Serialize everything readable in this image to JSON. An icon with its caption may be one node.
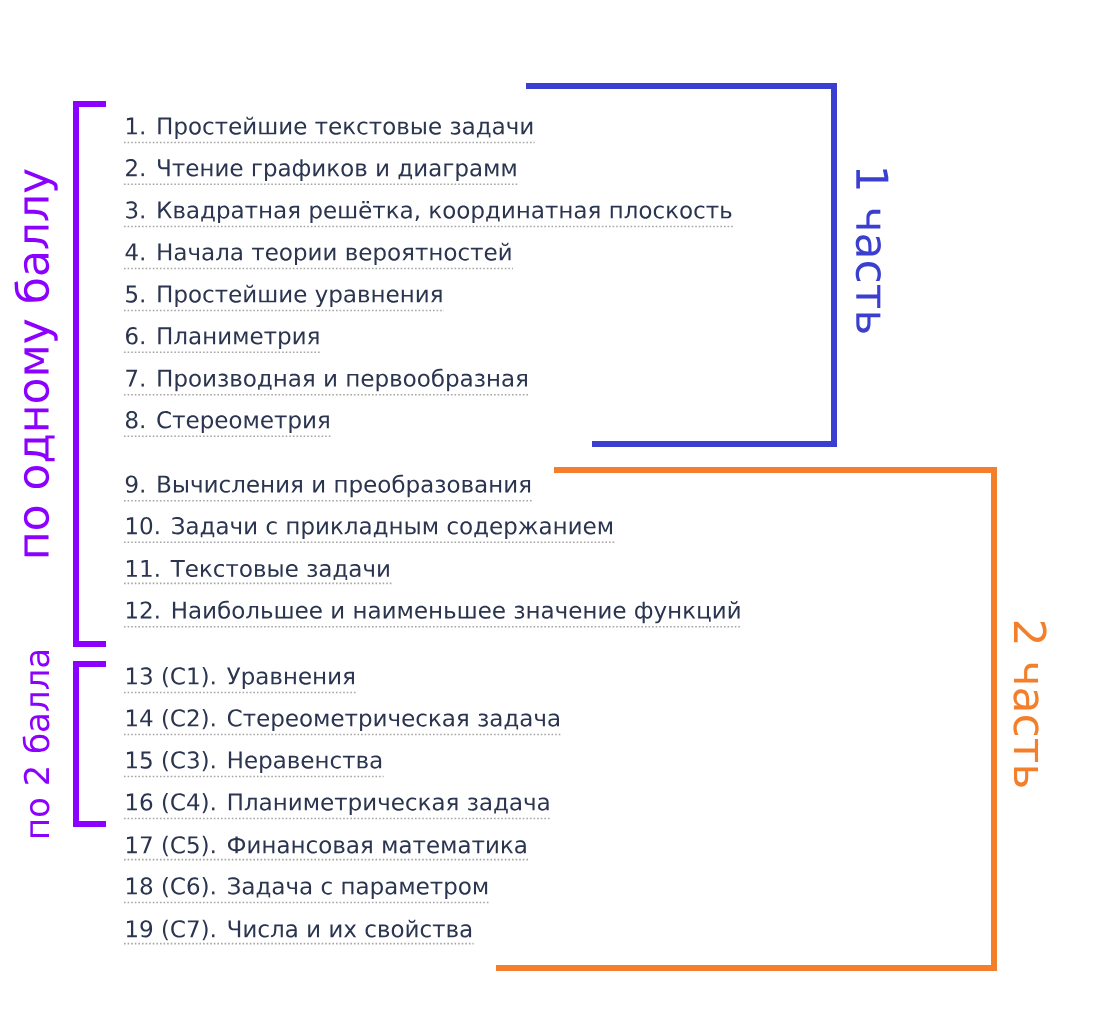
{
  "diagram": {
    "labels": [
      "1. Простейшие текстовые задачи",
      "2. Чтение графиков и диаграмм",
      "3. Квадратная решётка, координатная плоскость",
      "4. Начала теории вероятностей",
      "5. Простейшие уравнения",
      "6. Планиметрия",
      "7. Производная и первообразная",
      "8. Стереометрия",
      "9. Вычисления и преобразования",
      "10. Задачи с прикладным содержанием",
      "11. Текстовые задачи",
      "12. Наибольшее и наименьшее значение функций",
      "13 (С1). Уравнения",
      "14 (С2). Стереометрическая задача",
      "15 (С3). Неравенства",
      "16 (С4). Планиметрическая задача",
      "17 (С5). Финансовая математика",
      "18 (С6). Задача с параметром",
      "19 (С7). Числа и их свойства",
      "1 часть",
      "2 часть",
      "по одному баллу",
      "по 2 балла"
    ]
  }
}
